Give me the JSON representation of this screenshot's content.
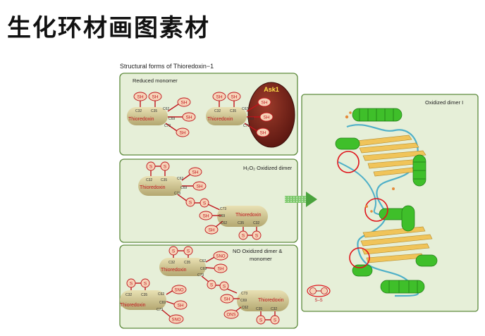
{
  "page": {
    "title": "生化环材画图素材",
    "figure_title": "Structural  forms  of  Thioredoxin−1"
  },
  "panels": {
    "reduced": {
      "label": "Reduced  monomer",
      "left": {
        "name": "Thioredoxin",
        "c32": "C32",
        "c35": "C35",
        "c62": "C62",
        "c69": "C69",
        "c73": "C73",
        "sh": "SH"
      },
      "right": {
        "name": "Thioredoxin",
        "c32": "C32",
        "c35": "C35",
        "c62": "C62",
        "c69": "C69",
        "c73": "C73",
        "sh": "SH"
      },
      "ask1": "Ask1"
    },
    "h2o2": {
      "label": "H₂O₂  Oxidized  dimer",
      "top": {
        "name": "Thioredoxin",
        "c32": "C32",
        "c35": "C35",
        "c62": "C62",
        "c69": "C69",
        "c73": "C73"
      },
      "bottom": {
        "name": "Thioredoxin",
        "c32": "C32",
        "c35": "C35",
        "c62": "C62",
        "c69": "C69",
        "c73": "C73"
      },
      "s": "S",
      "sh": "SH"
    },
    "no": {
      "label_line1": "NO  Oxidized  dimer  &",
      "label_line2": "monomer",
      "top": {
        "name": "Thioredoxin",
        "c32": "C32",
        "c35": "C35",
        "c62": "C62",
        "c69": "C69",
        "c73": "C73"
      },
      "left": {
        "name": "Thioredoxin",
        "c32": "C32",
        "c35": "C35",
        "c62": "C62",
        "c69": "C69",
        "c73": "C73"
      },
      "right": {
        "name": "Thioredoxin",
        "c32": "C32",
        "c35": "C35",
        "c62": "C62",
        "c69": "C69",
        "c73": "C73"
      },
      "s": "S",
      "sh": "SH",
      "sno": "SNO",
      "ons": "ONS"
    },
    "crystal": {
      "label": "Oxidized  dimer  I",
      "ss": "S–S"
    }
  },
  "colors": {
    "panel_fill": "#e6efd8",
    "panel_border": "#5d8a3c",
    "body_fill": "#c9bf8a",
    "body_text": "#c0141b",
    "bond": "#c0141b",
    "node_fill": "#f6d3b8",
    "node_stroke": "#c0141b",
    "ask1_fill": "#6e1d15",
    "ask1_text": "#ffe34a",
    "arrow": "#49a33c",
    "helix": "#3fbf2a",
    "sheet": "#f0c45a",
    "coil": "#4fb0c8"
  }
}
